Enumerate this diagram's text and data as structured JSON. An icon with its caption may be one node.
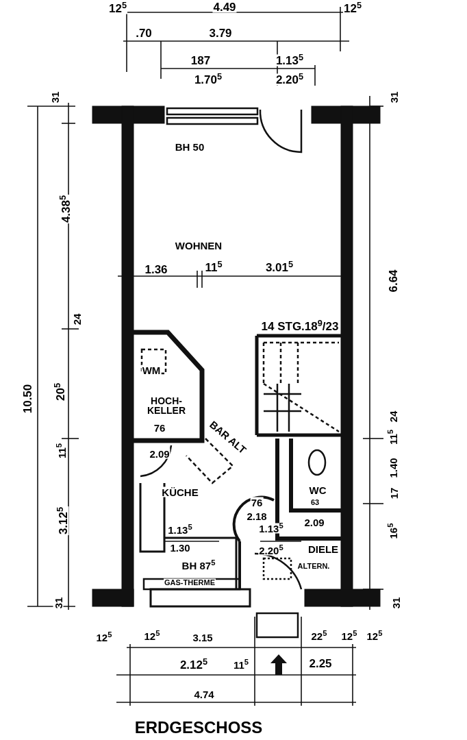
{
  "diagram": {
    "title": "ERDGESCHOSS",
    "labels": [
      "12$^{5}$",
      "4.49",
      "12$^{5}$",
      ".70",
      "3.79",
      "187",
      "1.13$^{5}$",
      "1.70$^{5}$",
      "2.20$^{5}$",
      "31",
      "31",
      "BH 50",
      "4.38$^{5}$",
      "WOHNEN",
      "1.36",
      "11$^{5}$",
      "3.01$^{5}$",
      "6.64",
      "24",
      "14 STG.18$^{9}$/23",
      "10.50",
      "20$^{5}$",
      "WM",
      "HOCH- KELLER",
      "76",
      "2.09",
      "BAR ALT",
      "24",
      "11$^{5}$",
      "11$^{5}$",
      "1.40",
      "KÜCHE",
      "76",
      "2.18",
      "WC",
      "63",
      "2.09",
      "17",
      "3.12$^{5}$",
      "1.13$^{5}$",
      "1.13$^{5}$",
      "1.30",
      "2.20$^{5}$",
      "16$^{5}$",
      "DIELE",
      "BH 87$^{5}$",
      "ALTERN.",
      "GAS-THERME",
      "31",
      "31",
      "12$^{5}$",
      "12$^{5}$",
      "3.15",
      "22$^{5}$",
      "12$^{5}$",
      "12$^{5}$",
      "2.12$^{5}$",
      "11$^{5}$",
      "2.25",
      "4.74"
    ]
  }
}
